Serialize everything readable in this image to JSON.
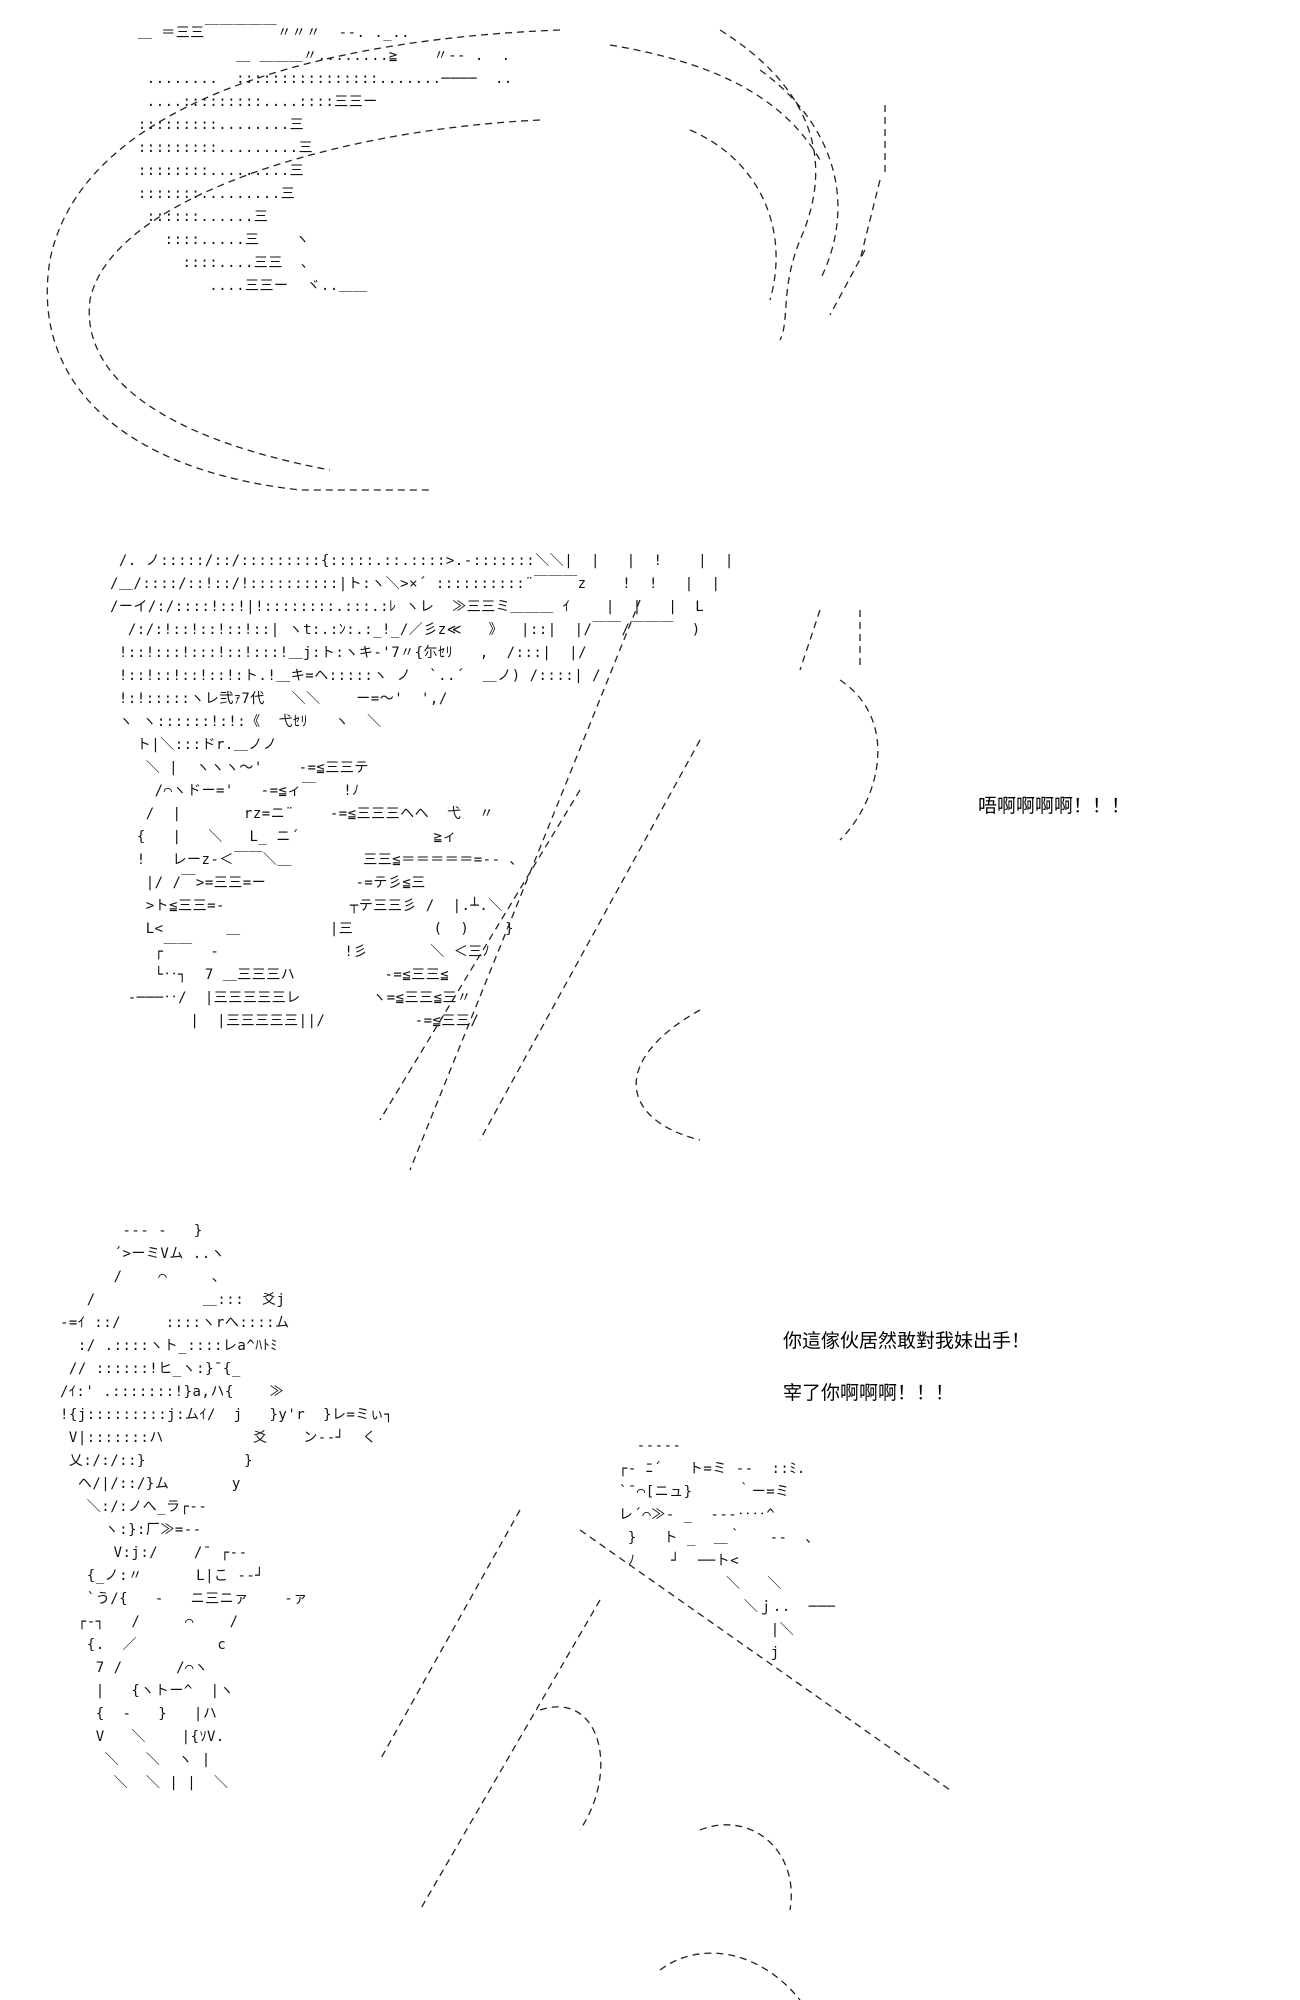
{
  "panels": [
    {
      "art_lines": [
        "  ＿ ＝三三￣￣￣￣￣〃〃〃  ‐‐. ._..",
        "             ＿ ＿＿＿〃........≧    〃‐- .  .",
        "   ........  ::::::::::::::::.......────  ..",
        "   ....:::::::::....::::三三ー",
        "  :::::::::........三",
        "  :::::::::.........三",
        "  ::::::::.........三",
        "  :::::::.........三",
        "   ::::::......三",
        "     ::::.....三    ヽ",
        "       ::::....三三  、",
        "          ....三三ー  ヾ..＿＿"
      ]
    },
    {
      "art_lines": [
        " /. ノ:::::/::/:::::::::{:::::.::.::::>.‐:::::::＼＼|  |   |  !    |  |",
        "/＿/::::/::!::/!::::::::::|ト:ヽ＼>×´ ::::::::::¨￣￣￣z    !  !   |  |",
        "/ーイ/:/::::!::!|!::::::::.:::.:ﾚ ヽレ  ≫三三ミ＿＿＿ ｲ    |  |   |  L",
        "  /:/:!::!::!::!::| ヽt:.:ﾝ:.:_!_/／彡z≪   》  |::|  |/￣￣/￣￣￣  )",
        " !::!:::!:::!::!:::!＿j:ト:ヽキ-'7〃{尓ｾﾘ   ,  /:::|  |/",
        " !::!::!::!::!:ト.!＿キ=ヘ:::::ヽ ノ  `..´  ＿ノ) /::::| /",
        " !:!:::::ヽレ弐ｧ7代   ＼＼    ー=～'  ',/",
        " ヽ ヽ::::::!:!:《  弋ｾﾘ   ヽ  ＼",
        "   ト|＼:::ドr.＿ノノ",
        "    ＼ |  ヽヽヽ～'    -=≦三三テ",
        "     /⌒ヽドー='   -=≦ィ￣   !ﾉ",
        "    /  |       rz=ニ¨    -=≦三三三ヘヘ  弋  〃",
        "   {   |   ＼   L_ ニ´               ≧ィ",
        "   !   レーz-＜￣￣＼＿        三三≦＝＝＝＝＝=-‐ 、",
        "    |/ /￣>=三三=ー          -=テ彡≦三",
        "    >ト≦三三=-              ┬テ三三彡 /  |.┴.＼",
        "    L<       ＿          |三         (  )    }",
        "     ┌￣￣  -              !彡       ＼ ＜三ﾉ",
        "     └‥┐  7 ＿三三三ハ          -=≦三三≦",
        "  -───‥/  |三三三三三レ        ヽ=≦三三≦三〃",
        "         |  |三三三三三||/          -=≦三三/"
      ],
      "dialogue": [
        "唔啊啊啊啊！！！"
      ]
    },
    {
      "art_lines": [
        "       --- -   }",
        "      ´>ーミVム ..ヽ",
        "      /    ⌒     、",
        "   /            ＿:::  爻j",
        "-=ｲ ::/     ::::ヽrへ::::ム",
        "  :/ .::::ヽト_::::レa^ﾊﾄﾐ",
        " // ::::::!ヒ_ヽ:}¯{_",
        "/ｲ:' .:::::::!}a,ハ{    ≫",
        "!{j:::::::::j:ムｲ/  j   }y'r  }レ=ミぃ┐",
        " V|:::::::ハ          爻    ン--┘  く",
        " 乂:/:/::}           }",
        "  ヘ/|/::/}ム       y",
        "   ＼:/:ノへ_ラ┌‐‐",
        "     ヽ:}:厂≫=--",
        "      V:j:/    /¯ ┌‐‐",
        "   {_ノ:〃      L|こ ‐‐┘",
        "   `う/{   -   ニ三ニァ    ‐ァ",
        "  ┌‐┐   /     ⌒    /",
        "   {.  ／         c",
        "    7 /      /⌒ヽ",
        "    |   {ヽトー^  |ヽ",
        "    {  ‐   }   |ハ",
        "    V   ＼    |{ｿV.",
        "     ＼   ＼  ヽ |",
        "      ＼  ＼ | |  ＼"
      ],
      "art_lines_right": [
        "   ‐‐‐‐‐",
        " ┌‐ ﾆ´   ト=ミ ‐‐  ::ﾐ.",
        " `¯⌒[ニュ}     ｀ー=ミ",
        " レ´⌒≫‐ _  ‐‐‐‥‥^",
        "  }   ト _  ＿｀   ‐‐  、",
        "  ﾉ    ┘  ──ト<",
        "             ＼   ＼",
        "               ＼ｊ..  ───",
        "                  |＼",
        "                  j"
      ],
      "dialogue": [
        "你這傢伙居然敢對我妹出手！",
        "宰了你啊啊啊！！！"
      ]
    }
  ]
}
